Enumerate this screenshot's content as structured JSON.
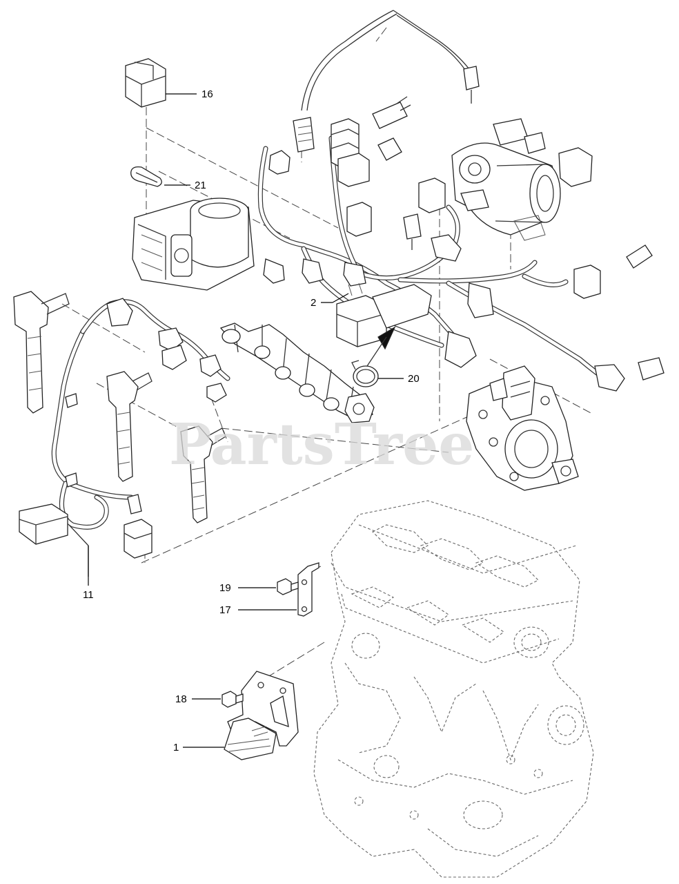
{
  "watermark": "PartsTree",
  "callouts": [
    {
      "id": "16",
      "label": "16"
    },
    {
      "id": "21",
      "label": "21"
    },
    {
      "id": "2",
      "label": "2"
    },
    {
      "id": "20",
      "label": "20"
    },
    {
      "id": "11",
      "label": "11"
    },
    {
      "id": "19",
      "label": "19"
    },
    {
      "id": "17",
      "label": "17"
    },
    {
      "id": "18",
      "label": "18"
    },
    {
      "id": "1",
      "label": "1"
    }
  ]
}
